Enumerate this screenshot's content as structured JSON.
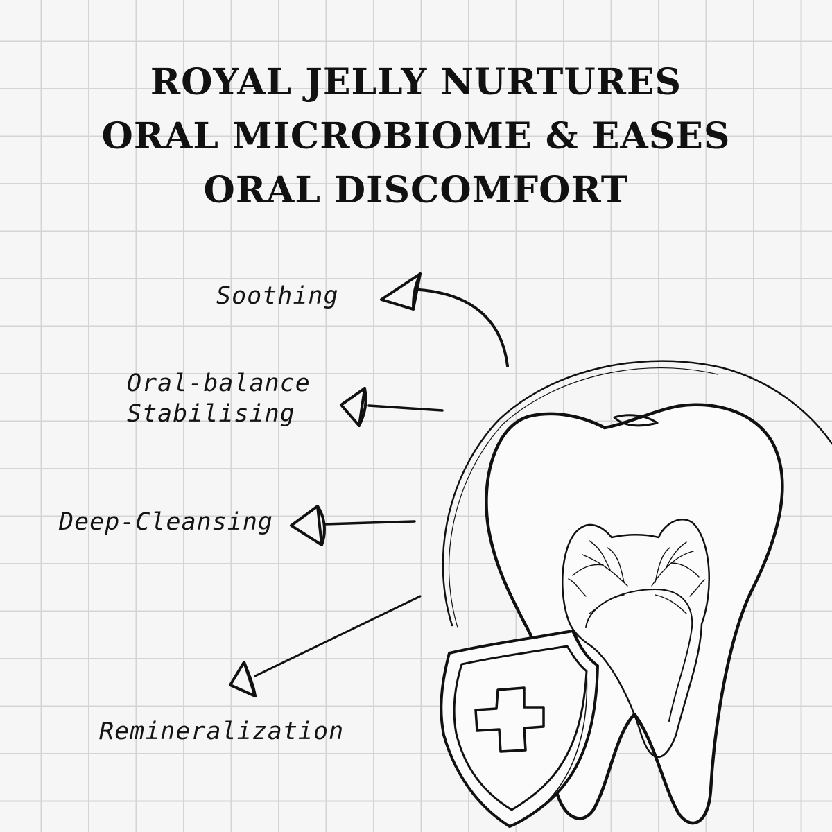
{
  "title": {
    "line1": "ROYAL JELLY NURTURES",
    "line2": "ORAL MICROBIOME & EASES",
    "line3": "ORAL DISCOMFORT"
  },
  "benefits": [
    {
      "label": "Soothing"
    },
    {
      "line1": "Oral-balance",
      "line2": "Stabilising"
    },
    {
      "label": "Deep-Cleansing"
    },
    {
      "label": "Remineralization"
    }
  ],
  "illustration": {
    "tooth_icon": "molar-tooth-icon",
    "shield_icon": "shield-cross-icon",
    "ink_color": "#111111",
    "grid_color": "#d4d4d4",
    "background_color": "#f6f6f6"
  }
}
